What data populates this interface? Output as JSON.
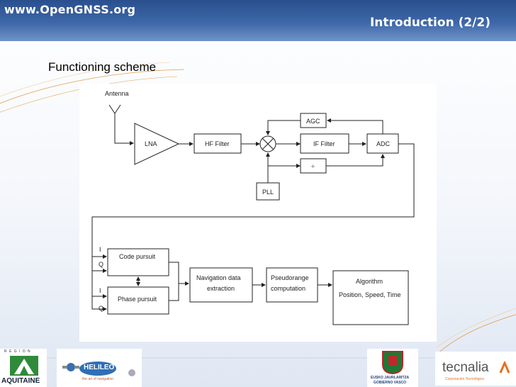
{
  "header": {
    "site_url": "www.OpenGNSS.org",
    "slide_title": "Introduction (2/2)"
  },
  "subtitle": "Functioning scheme",
  "diagram": {
    "antenna_label": "Antenna",
    "lna": "LNA",
    "hf_filter": "HF Filter",
    "agc": "AGC",
    "if_filter": "IF Filter",
    "adc": "ADC",
    "divider": "÷",
    "pll": "PLL",
    "i_top": "I",
    "q_top": "Q",
    "i_bottom": "I",
    "q_bottom": "Q",
    "code_pursuit": "Code pursuit",
    "phase_pursuit": "Phase pursuit",
    "nav_line1": "Navigation data",
    "nav_line2": "extraction",
    "pseudo_line1": "Pseudorange",
    "pseudo_line2": "computation",
    "algo_line1": "Algorithm",
    "algo_line2": "Position, Speed, Time"
  },
  "footer": {
    "aquitaine_top": "R E G I O N",
    "aquitaine": "AQUITAINE",
    "helileo": "HELILEO",
    "helileo_tag": "the art of navigation",
    "basque_line1": "EUSKO JAURLARITZA",
    "basque_line2": "GOBIERNO VASCO",
    "tecnalia": "tecnalia",
    "tecnalia_tag": "Corporación Tecnológica"
  },
  "colors": {
    "header_blue": "#2a4f8e",
    "deco_orange": "#e0a050",
    "tecnalia_orange": "#e8701e",
    "aquitaine_green": "#2f8a3a"
  }
}
